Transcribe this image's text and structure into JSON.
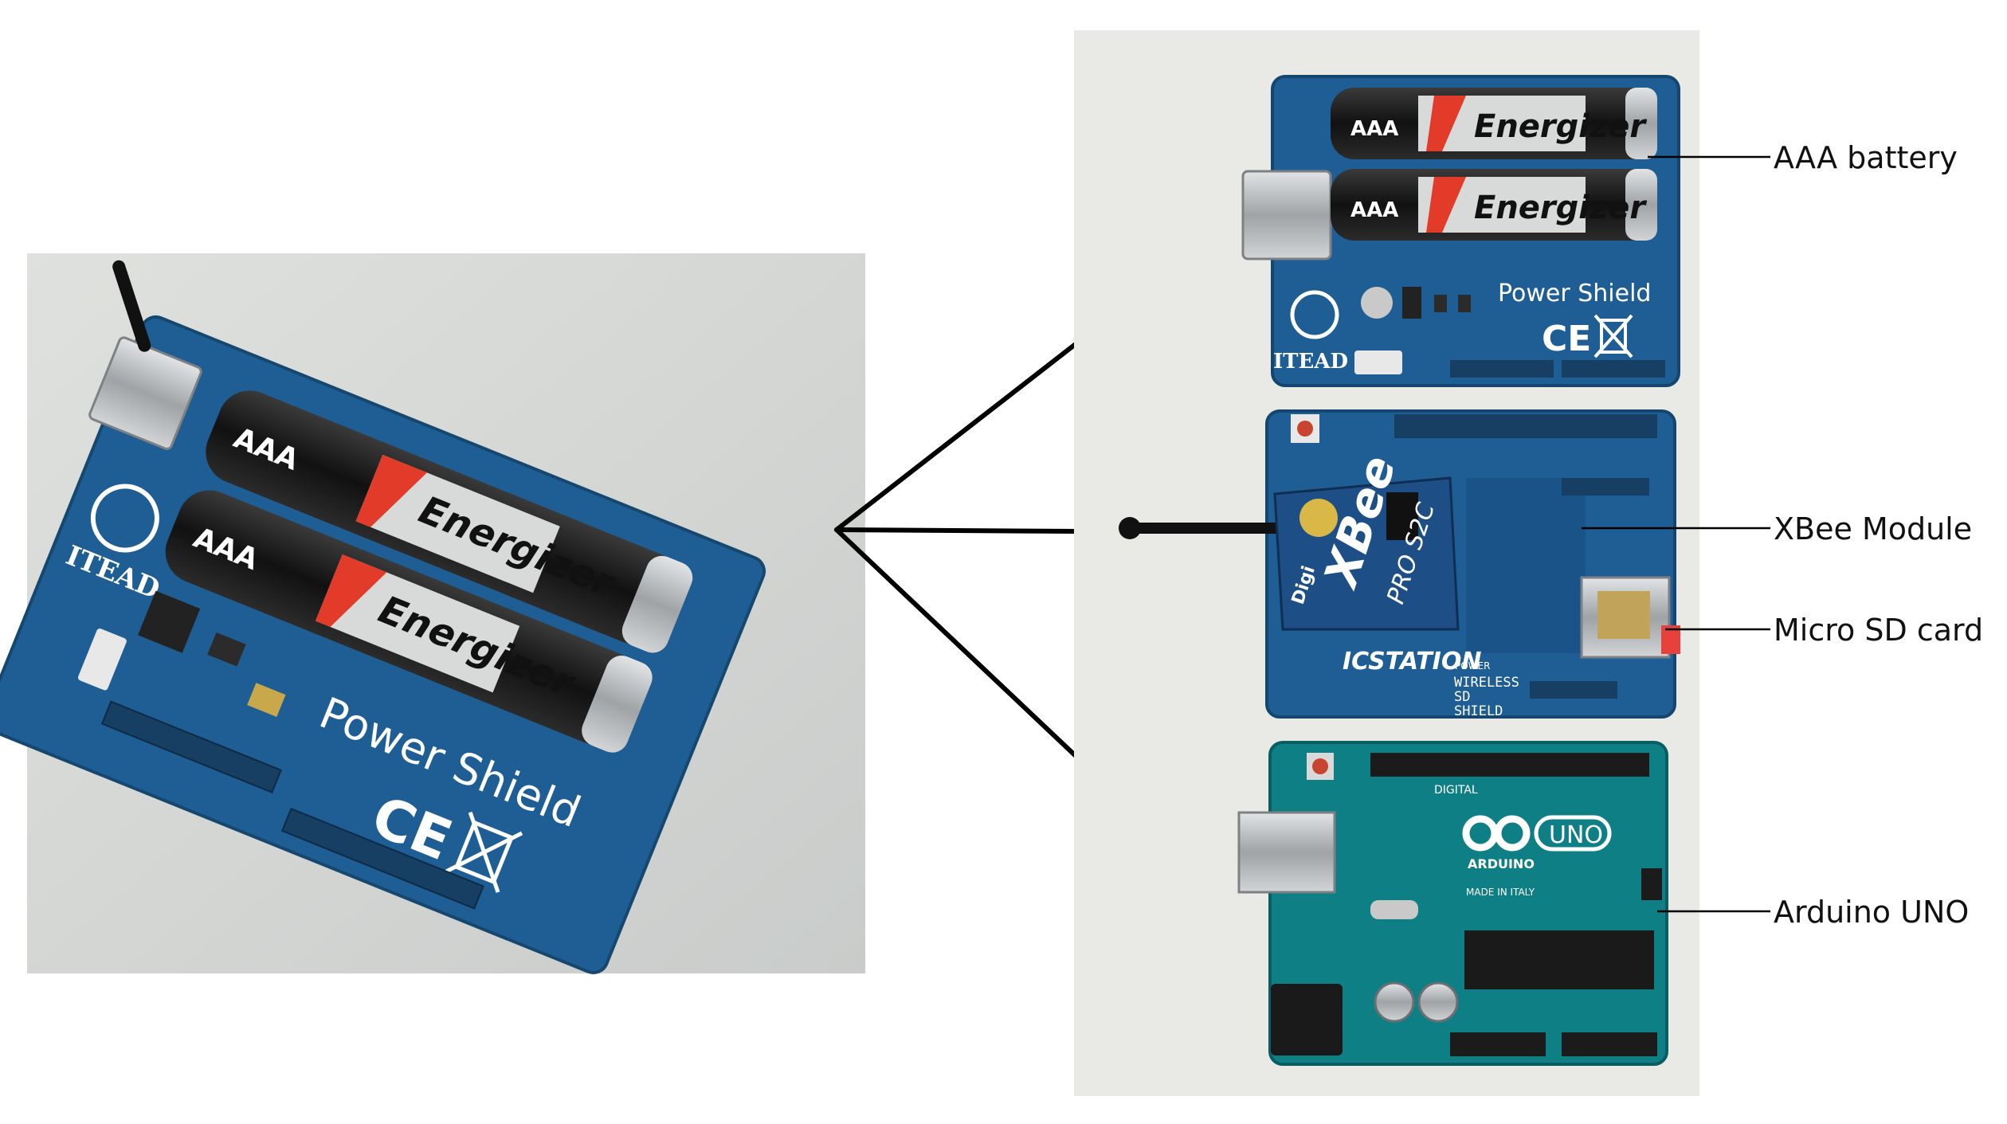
{
  "callouts": [
    {
      "id": "battery",
      "label": "AAA battery"
    },
    {
      "id": "xbee",
      "label": "XBee Module"
    },
    {
      "id": "sd",
      "label": "Micro SD card"
    },
    {
      "id": "uno",
      "label": "Arduino UNO"
    }
  ],
  "photo_text": {
    "power_shield": "Power Shield",
    "itead": "ITEAD",
    "battery_brand": "Energizer",
    "battery_size": "AAA",
    "ce_mark": "CE",
    "xbee": "XBee",
    "xbee_pro": "PRO S2C",
    "digi": "Digi",
    "icstation": "ICSTATION",
    "wireless_sd_shield": [
      "WIRELESS",
      "SD",
      "SHIELD"
    ],
    "arduino": "ARDUINO",
    "uno": "UNO",
    "digital": "DIGITAL",
    "power": "POWER",
    "made_in_italy": "MADE IN ITALY"
  },
  "colors": {
    "pcb_blue": "#1f5e94",
    "pcb_teal": "#0f7f86",
    "battery_black": "#1b1b1b",
    "battery_silver": "#b9bcbf",
    "connector_line": "#000000",
    "photo_background_left": "#d9dbd8",
    "photo_background_right": "#e9e9e6"
  }
}
